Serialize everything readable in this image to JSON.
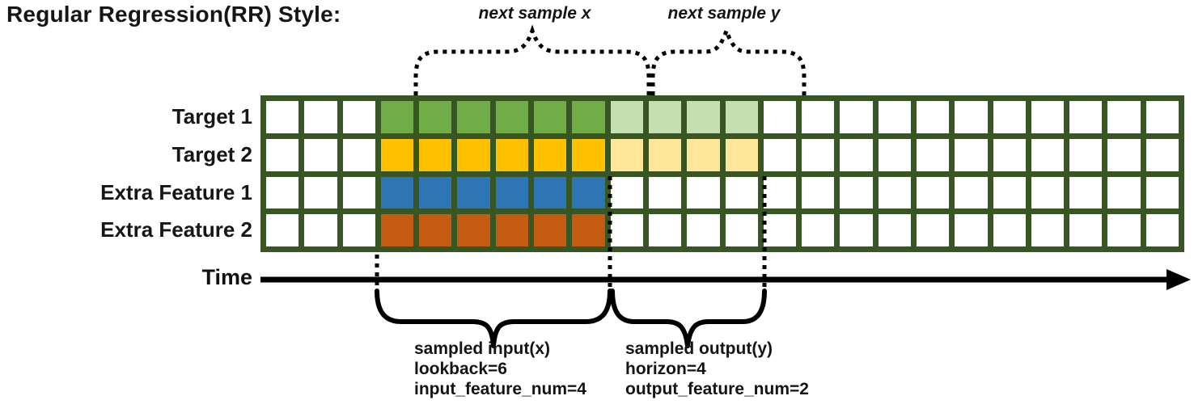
{
  "title": "Regular Regression(RR) Style:",
  "top_labels": {
    "next_sample_x": "next sample x",
    "next_sample_y": "next sample y"
  },
  "time_axis": {
    "label": "Time"
  },
  "sample_annotations": {
    "input": {
      "lines": [
        "sampled input(x)",
        "lookback=6",
        "input_feature_num=4"
      ]
    },
    "output": {
      "lines": [
        "sampled output(y)",
        "horizon=4",
        "output_feature_num=2"
      ]
    }
  },
  "colors": {
    "grid_line": "#375623",
    "lookback_green": "#70AD47",
    "horizon_green": "#C6E0B4",
    "lookback_gold": "#FFC000",
    "horizon_gold": "#FFE699",
    "lookback_blue": "#2E75B6",
    "lookback_orange": "#C55A11",
    "empty_cell": "#FFFFFF"
  },
  "grid": {
    "columns": 24,
    "rows": [
      {
        "label": "Target 1",
        "segments": [
          {
            "color_key": "empty_cell",
            "count": 3
          },
          {
            "color_key": "lookback_green",
            "count": 6
          },
          {
            "color_key": "horizon_green",
            "count": 4
          },
          {
            "color_key": "empty_cell",
            "count": 11
          }
        ]
      },
      {
        "label": "Target 2",
        "segments": [
          {
            "color_key": "empty_cell",
            "count": 3
          },
          {
            "color_key": "lookback_gold",
            "count": 6
          },
          {
            "color_key": "horizon_gold",
            "count": 4
          },
          {
            "color_key": "empty_cell",
            "count": 11
          }
        ]
      },
      {
        "label": "Extra Feature 1",
        "segments": [
          {
            "color_key": "empty_cell",
            "count": 3
          },
          {
            "color_key": "lookback_blue",
            "count": 6
          },
          {
            "color_key": "empty_cell",
            "count": 15
          }
        ]
      },
      {
        "label": "Extra Feature 2",
        "segments": [
          {
            "color_key": "empty_cell",
            "count": 3
          },
          {
            "color_key": "lookback_orange",
            "count": 6
          },
          {
            "color_key": "empty_cell",
            "count": 15
          }
        ]
      }
    ]
  }
}
